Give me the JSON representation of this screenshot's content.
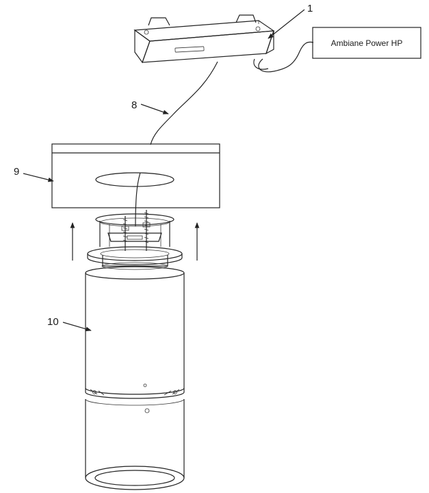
{
  "power_box_label": "Ambiane Power HP",
  "callouts": {
    "c1": "1",
    "c8": "8",
    "c9": "9",
    "c10": "10"
  }
}
